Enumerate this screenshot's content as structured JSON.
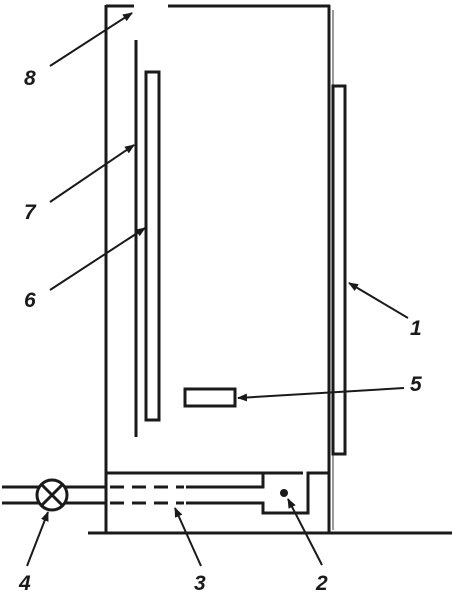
{
  "callouts": [
    {
      "id": "1",
      "label": "1"
    },
    {
      "id": "2",
      "label": "2"
    },
    {
      "id": "3",
      "label": "3"
    },
    {
      "id": "4",
      "label": "4"
    },
    {
      "id": "5",
      "label": "5"
    },
    {
      "id": "6",
      "label": "6"
    },
    {
      "id": "7",
      "label": "7"
    },
    {
      "id": "8",
      "label": "8"
    }
  ],
  "colors": {
    "ink": "#1a1a1a",
    "background": "#ffffff",
    "wall_shadow": "#9a9a9a"
  }
}
